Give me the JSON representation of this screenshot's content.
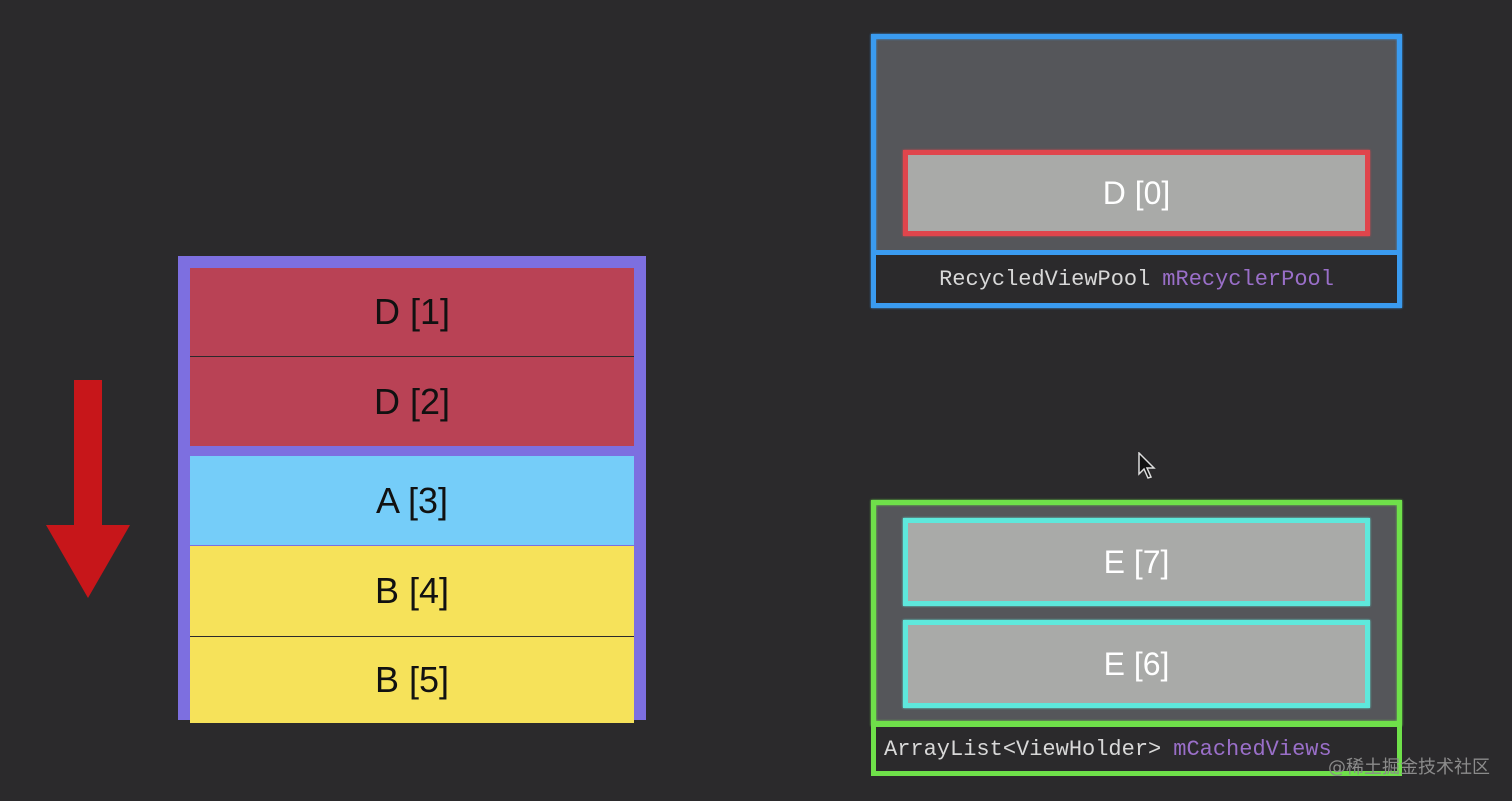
{
  "list": {
    "rows": [
      {
        "label": "D [1]",
        "color": "#b94255"
      },
      {
        "label": "D [2]",
        "color": "#b94255"
      },
      {
        "label": "A [3]",
        "color": "#75cdf9"
      },
      {
        "label": "B [4]",
        "color": "#f6e25a"
      },
      {
        "label": "B [5]",
        "color": "#f6e25a"
      }
    ],
    "frame_color": "#7d6fe0"
  },
  "arrow": {
    "icon": "arrow-down-icon",
    "color": "#c7161a"
  },
  "pool": {
    "label_type": "RecycledViewPool",
    "label_name": "mRecyclerPool",
    "items": [
      {
        "label": "D [0]"
      }
    ],
    "border_color": "#3a9bf0"
  },
  "cache": {
    "label_type": "ArrayList<ViewHolder>",
    "label_name": "mCachedViews",
    "items": [
      {
        "label": "E [7]"
      },
      {
        "label": "E [6]"
      }
    ],
    "border_color": "#6fe04a"
  },
  "cursor": {
    "icon": "mouse-pointer-icon"
  },
  "watermark": "@稀土掘金技术社区"
}
